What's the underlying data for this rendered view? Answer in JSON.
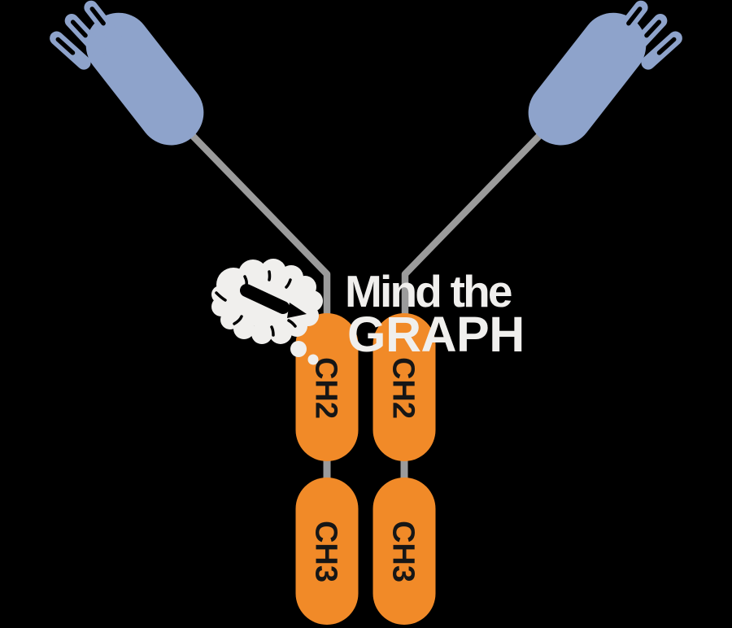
{
  "illustration": {
    "name": "antibody-fc-region",
    "labels": {
      "ch2_left": "CH2",
      "ch2_right": "CH2",
      "ch3_left": "CH3",
      "ch3_right": "CH3"
    }
  },
  "watermark": {
    "line1": "Mind the",
    "line2": "GRAPH",
    "icon": "brain-pencil-icon"
  },
  "colors": {
    "background": "#000000",
    "fab_blue": "#8EA3CB",
    "fc_orange": "#F18A28",
    "hinge_gray": "#9B9B9B",
    "label_black": "#161616",
    "watermark_white": "#F0EFED"
  }
}
